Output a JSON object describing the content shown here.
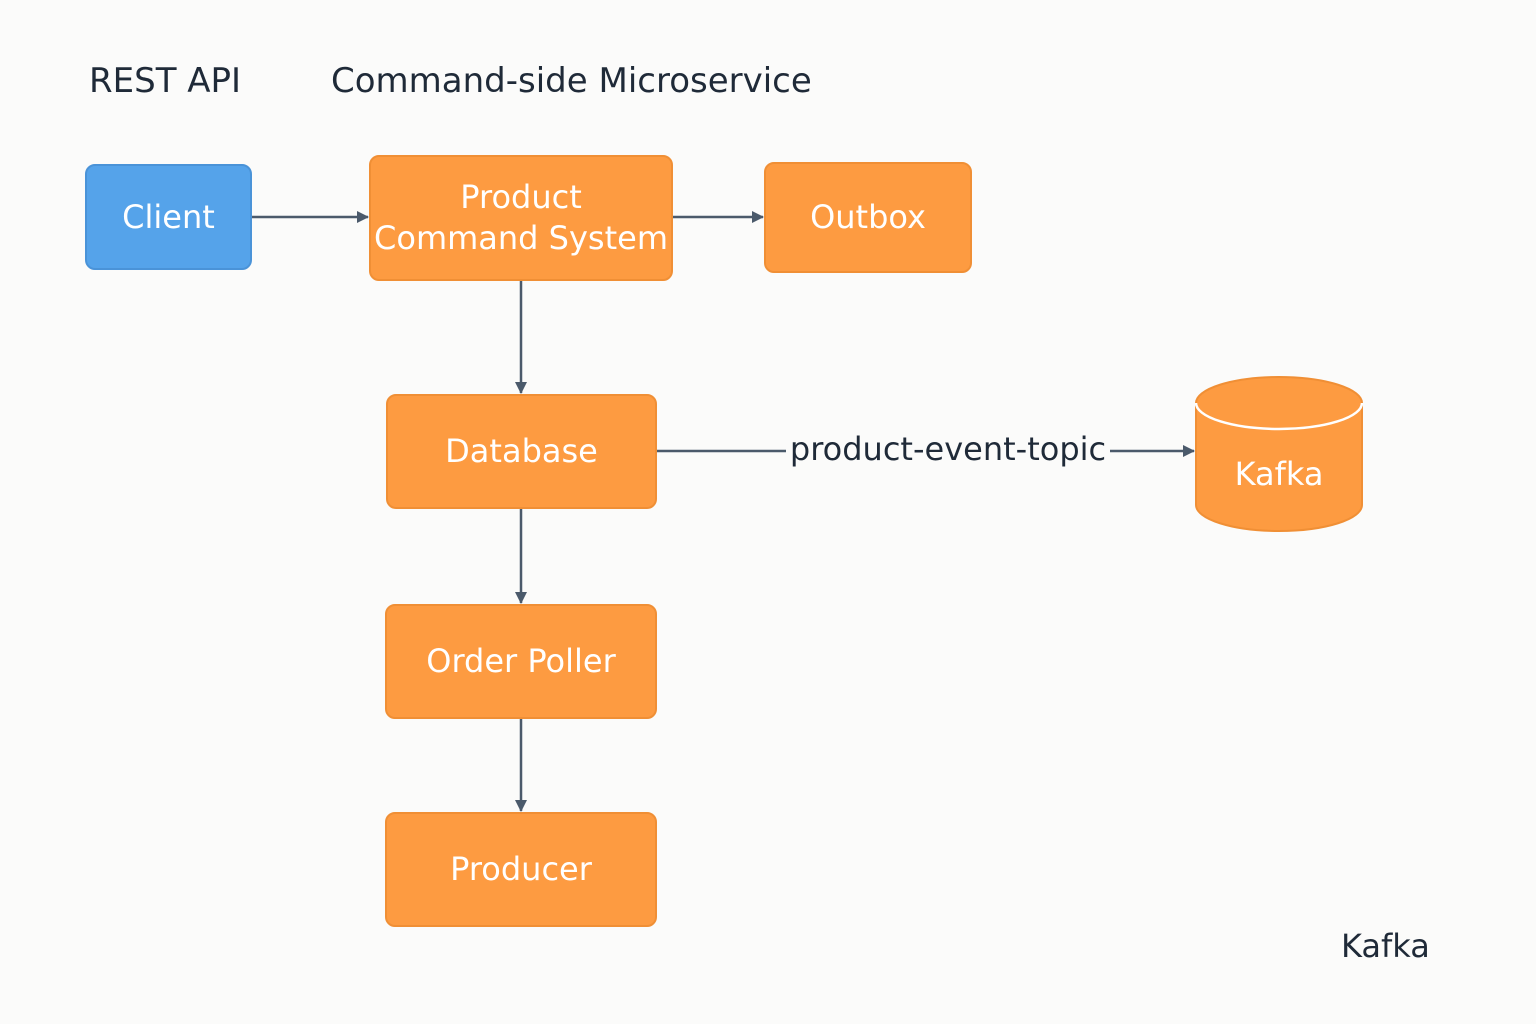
{
  "headings": {
    "rest_api": "REST API",
    "command_side": "Command-side Microservice"
  },
  "nodes": {
    "client": "Client",
    "product_command_system": [
      "Product",
      "Command System"
    ],
    "outbox": "Outbox",
    "database": "Database",
    "order_poller": "Order Poller",
    "producer": "Producer",
    "kafka": "Kafka"
  },
  "edges": [
    {
      "from": "client",
      "to": "product_command_system",
      "label": ""
    },
    {
      "from": "product_command_system",
      "to": "outbox",
      "label": ""
    },
    {
      "from": "product_command_system",
      "to": "database",
      "label": ""
    },
    {
      "from": "database",
      "to": "kafka",
      "label": "product-event-topic"
    },
    {
      "from": "database",
      "to": "order_poller",
      "label": ""
    },
    {
      "from": "order_poller",
      "to": "producer",
      "label": ""
    }
  ],
  "footer": {
    "kafka": "Kafka"
  },
  "colors": {
    "client_fill": "#55a3ea",
    "node_fill": "#fd9b41",
    "arrow": "#4b5a6b",
    "text_dark": "#1f2a38",
    "background": "#fbfbfa"
  }
}
